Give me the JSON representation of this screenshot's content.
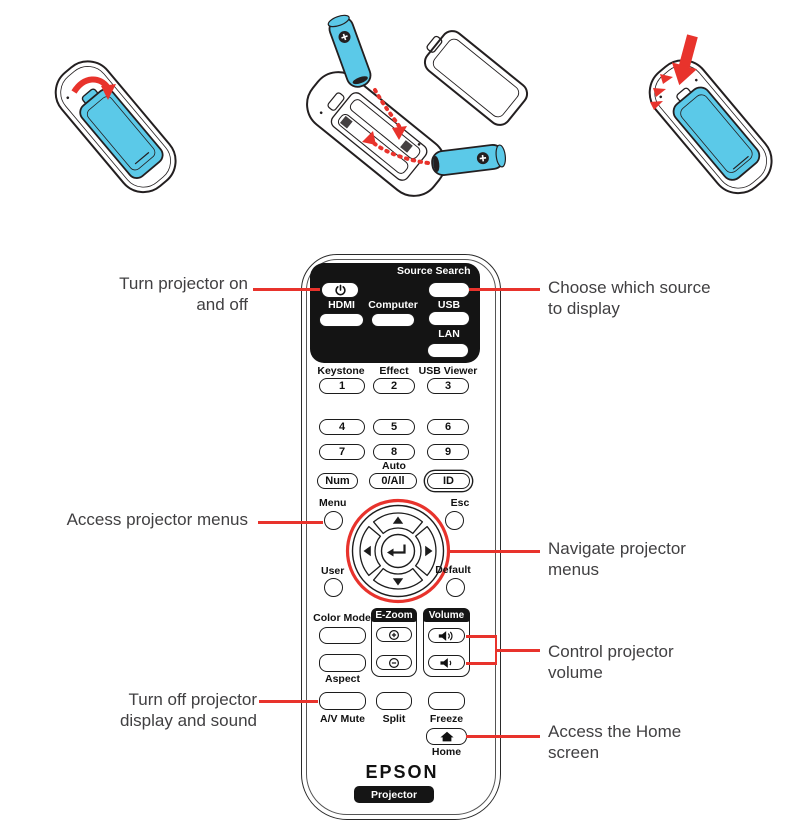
{
  "colors": {
    "accent_red": "#e8332c",
    "battery_cyan": "#5bc9e8",
    "line_dark": "#231f20",
    "panel_black": "#141414",
    "callout_text": "#414042"
  },
  "callouts": {
    "turn_on": {
      "line1": "Turn projector on",
      "line2": "and off"
    },
    "choose_source": {
      "line1": "Choose which source",
      "line2": "to display"
    },
    "access_menus": {
      "line1": "Access projector menus"
    },
    "navigate": {
      "line1": "Navigate projector",
      "line2": "menus"
    },
    "control_volume": {
      "line1": "Control projector",
      "line2": "volume"
    },
    "turn_off": {
      "line1": "Turn off projector",
      "line2": "display and sound"
    },
    "access_home": {
      "line1": "Access the Home",
      "line2": "screen"
    }
  },
  "remote": {
    "brand": "EPSON",
    "badge": "Projector",
    "top_panel": {
      "source_search": "Source Search",
      "hdmi": "HDMI",
      "computer": "Computer",
      "usb": "USB",
      "lan": "LAN"
    },
    "keypad": {
      "keystone": "Keystone",
      "effect": "Effect",
      "usb_viewer": "USB Viewer",
      "digits": [
        "1",
        "2",
        "3",
        "4",
        "5",
        "6",
        "7",
        "8",
        "9"
      ],
      "num": "Num",
      "auto": "Auto",
      "zero_all": "0/All",
      "id": "ID"
    },
    "nav": {
      "menu": "Menu",
      "esc": "Esc",
      "user": "User",
      "default": "Default"
    },
    "lower": {
      "color_mode": "Color Mode",
      "e_zoom": "E-Zoom",
      "volume": "Volume",
      "aspect": "Aspect",
      "av_mute": "A/V Mute",
      "split": "Split",
      "freeze": "Freeze",
      "home": "Home"
    }
  },
  "icons": {
    "power-icon": "power symbol on power button",
    "enter-icon": "return arrow in nav center",
    "arrow-up-icon": "▲",
    "arrow-down-icon": "▼",
    "arrow-left-icon": "◀",
    "arrow-right-icon": "▶",
    "zoom-in-icon": "circled plus",
    "zoom-out-icon": "circled minus",
    "volume-up-icon": "loud speaker",
    "volume-down-icon": "quiet speaker",
    "home-icon": "house"
  }
}
